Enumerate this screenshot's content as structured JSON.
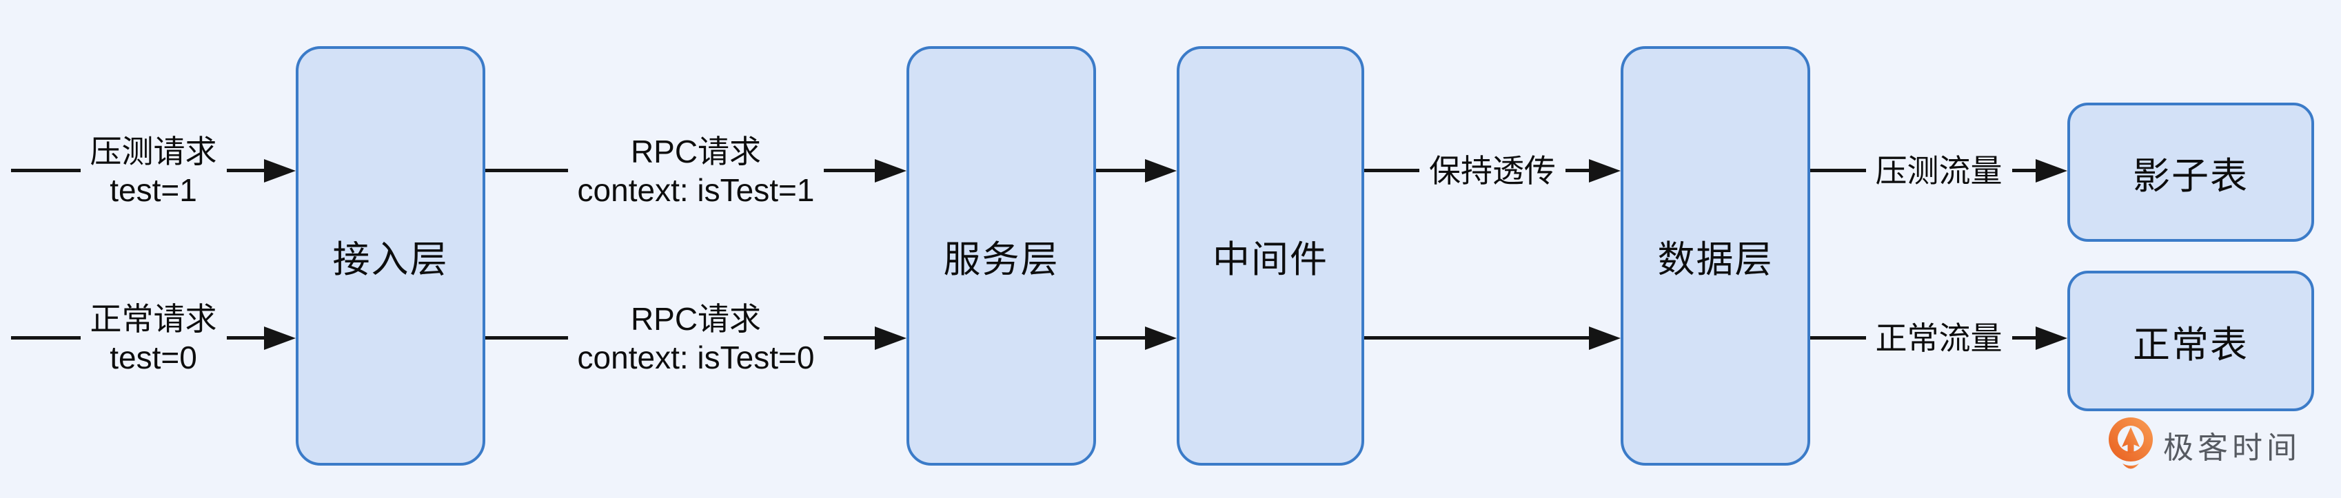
{
  "diagram": {
    "colors": {
      "background": "#f0f4fc",
      "node_fill": "#d3e1f7",
      "node_border": "#3b7bc8",
      "arrow": "#141414",
      "brand_orange": "#ee6a24",
      "brand_orange_light": "#f99c54",
      "brand_text": "#565a61"
    },
    "nodes": {
      "access": {
        "label": "接入层"
      },
      "service": {
        "label": "服务层"
      },
      "middleware": {
        "label": "中间件"
      },
      "data": {
        "label": "数据层"
      },
      "shadow": {
        "label": "影子表"
      },
      "normal": {
        "label": "正常表"
      }
    },
    "edges": {
      "in_test": {
        "label": "压测请求",
        "sublabel": "test=1"
      },
      "in_normal": {
        "label": "正常请求",
        "sublabel": "test=0"
      },
      "rpc_test": {
        "label": "RPC请求",
        "sublabel": "context: isTest=1"
      },
      "rpc_normal": {
        "label": "RPC请求",
        "sublabel": "context: isTest=0"
      },
      "passthrough": {
        "label": "保持透传"
      },
      "test_traffic": {
        "label": "压测流量"
      },
      "normal_traffic": {
        "label": "正常流量"
      }
    },
    "footer": {
      "brand": "极客时间"
    }
  }
}
